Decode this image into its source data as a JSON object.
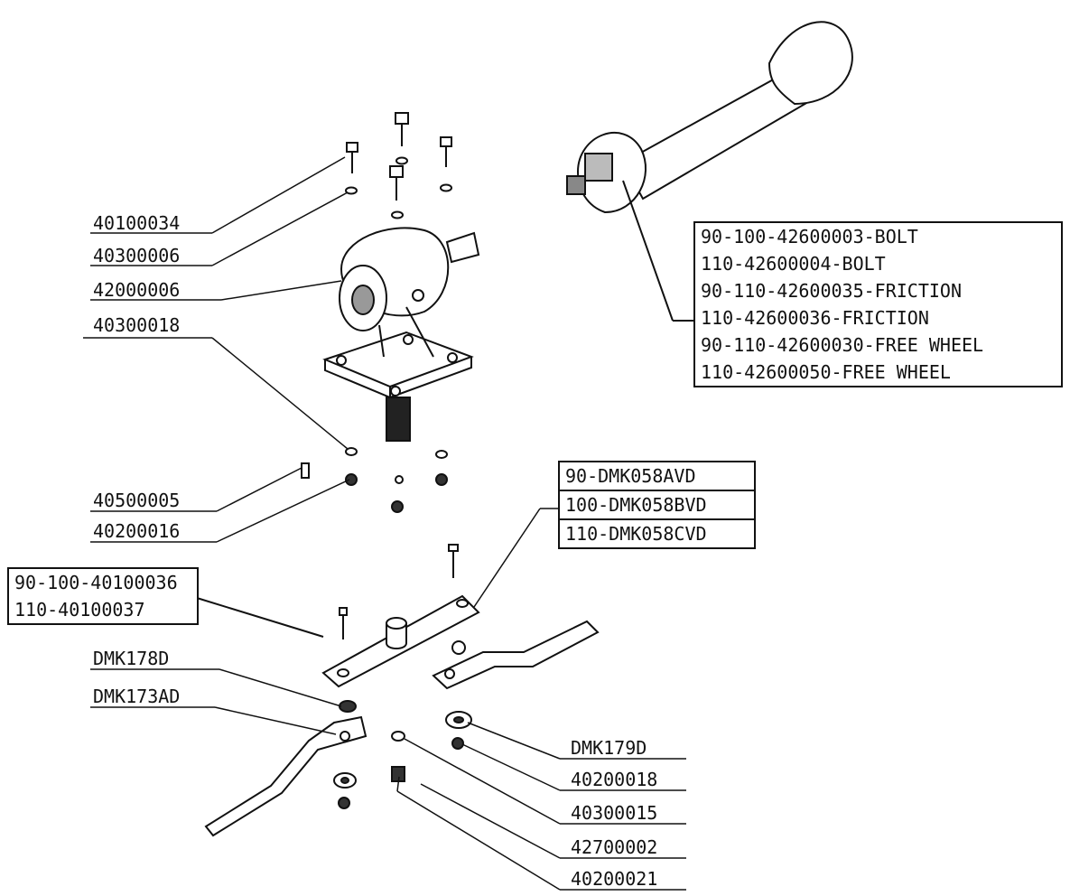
{
  "labels": {
    "l40100034": "40100034",
    "l40300006": "40300006",
    "l42000006": "42000006",
    "l40300018": "40300018",
    "l40500005": "40500005",
    "l40200016": "40200016",
    "lDMK178D": "DMK178D",
    "lDMK173AD": "DMK173AD",
    "lDMK179D": "DMK179D",
    "l40200018": "40200018",
    "l40300015": "40300015",
    "l42700002": "42700002",
    "l40200021": "40200021"
  },
  "pto_box": {
    "rows": [
      "90-100-42600003-BOLT",
      "110-42600004-BOLT",
      "90-110-42600035-FRICTION",
      "110-42600036-FRICTION",
      "90-110-42600030-FREE WHEEL",
      "110-42600050-FREE WHEEL"
    ]
  },
  "blade_holder_box": {
    "rows": [
      "90-DMK058AVD",
      "100-DMK058BVD",
      "110-DMK058CVD"
    ]
  },
  "bolt_box": {
    "rows": [
      "90-100-40100036",
      "110-40100037"
    ]
  },
  "colors": {
    "ink": "#111111",
    "paper": "#ffffff",
    "shade": "#9a9a9a"
  }
}
